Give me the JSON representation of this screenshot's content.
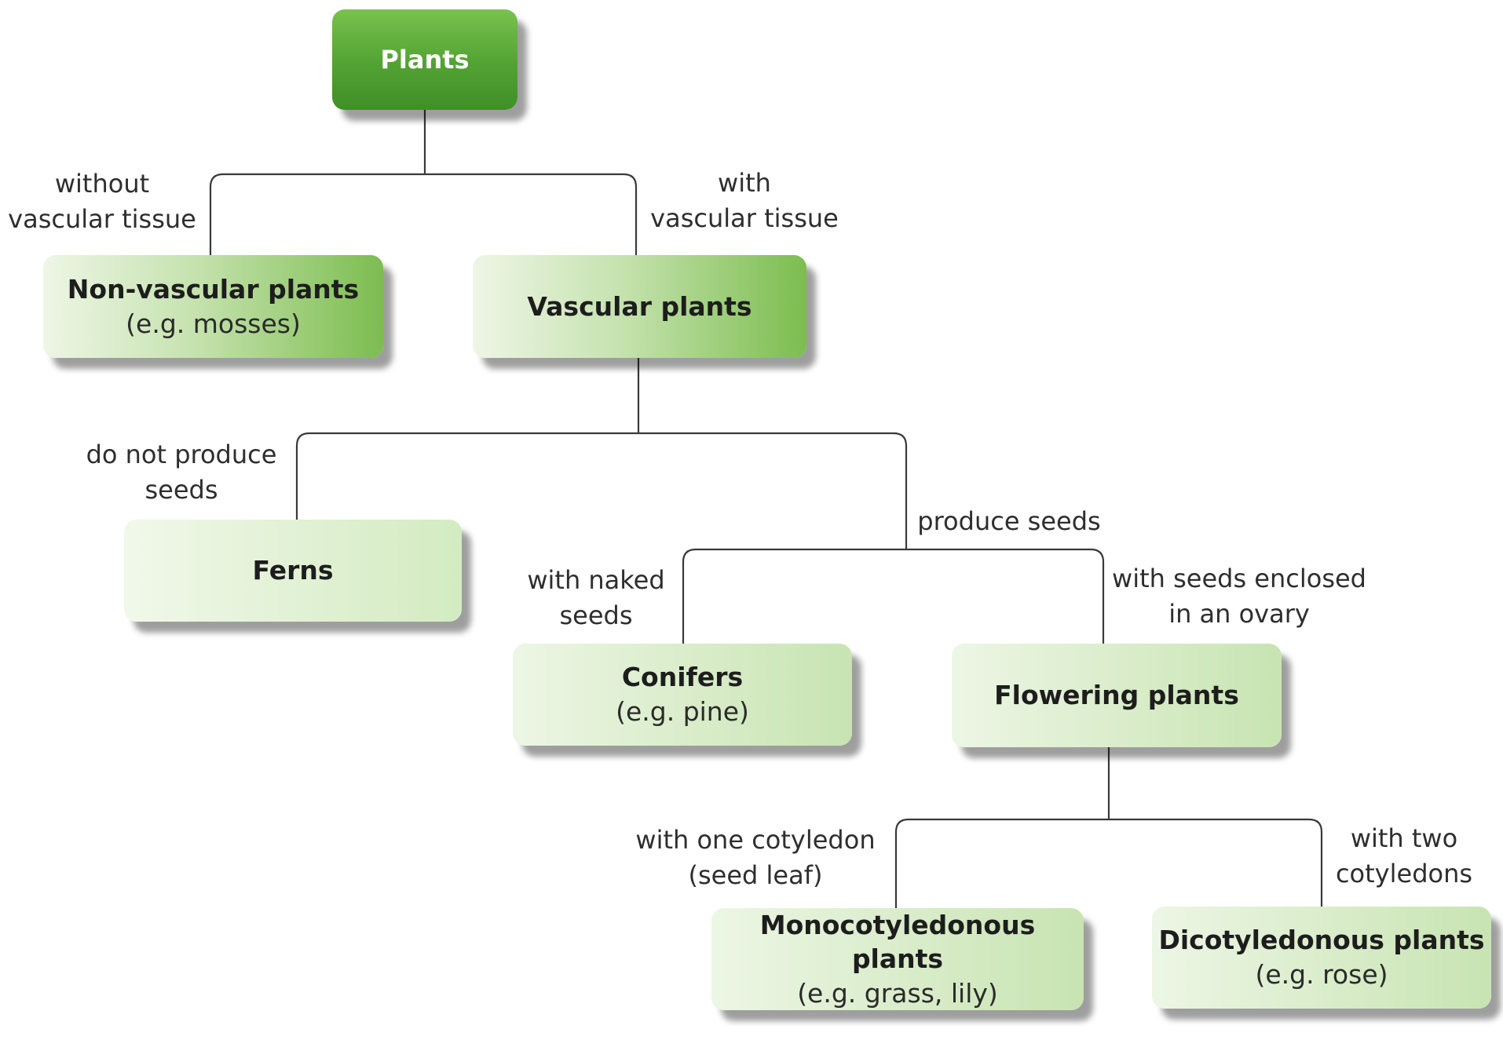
{
  "nodes": {
    "plants": {
      "title": "Plants"
    },
    "non_vascular": {
      "title": "Non-vascular plants",
      "sub": "(e.g. mosses)"
    },
    "vascular": {
      "title": "Vascular plants"
    },
    "ferns": {
      "title": "Ferns"
    },
    "conifers": {
      "title": "Conifers",
      "sub": "(e.g. pine)"
    },
    "flowering": {
      "title": "Flowering plants"
    },
    "monocot": {
      "title": "Monocotyledonous plants",
      "sub": "(e.g. grass, lily)"
    },
    "dicot": {
      "title": "Dicotyledonous plants",
      "sub": "(e.g. rose)"
    }
  },
  "labels": {
    "without_vascular": [
      "without",
      "vascular tissue"
    ],
    "with_vascular": [
      "with",
      "vascular tissue"
    ],
    "no_seeds": [
      "do not produce",
      "seeds"
    ],
    "produce_seeds": [
      "produce seeds"
    ],
    "naked_seeds": [
      "with naked",
      "seeds"
    ],
    "enclosed_seeds": [
      "with seeds enclosed",
      "in an ovary"
    ],
    "one_cotyledon": [
      "with one cotyledon",
      "(seed leaf)"
    ],
    "two_cotyledons": [
      "with two",
      "cotyledons"
    ]
  },
  "colors": {
    "root_green": "#52a233",
    "accent_green": "#7cbd4f",
    "pale_green": "#eef6e6",
    "connector": "#3a3a3a"
  }
}
